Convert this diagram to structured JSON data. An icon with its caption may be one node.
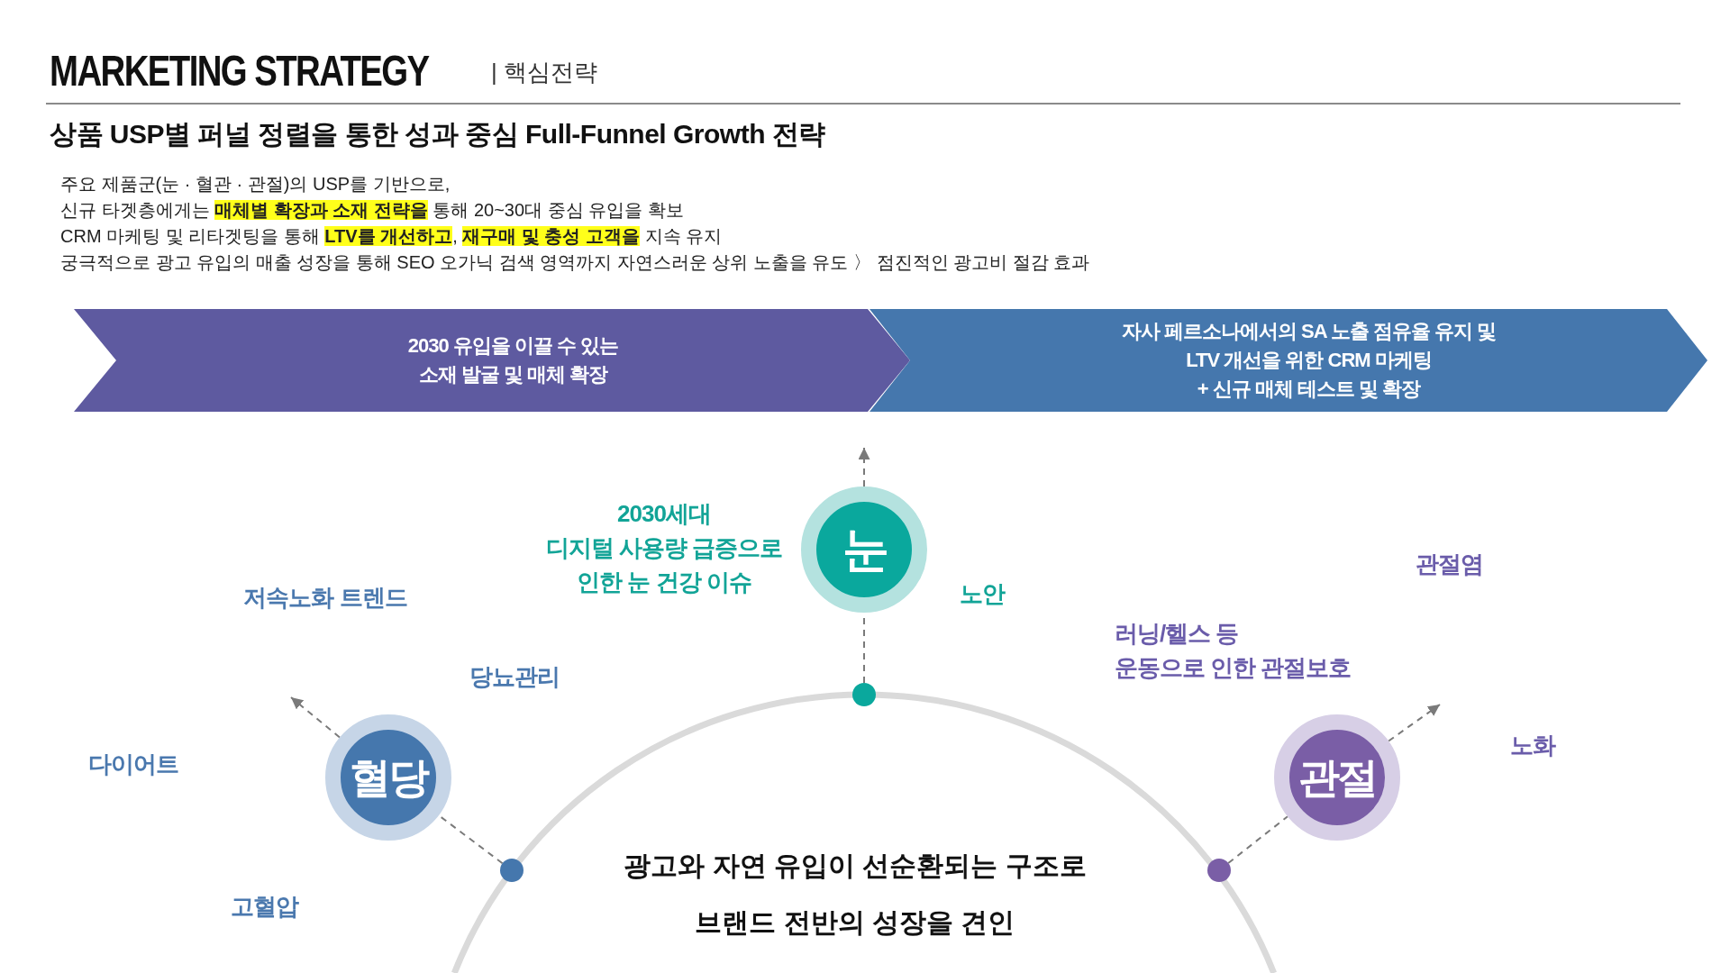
{
  "diagram": {
    "title": "MARKETING STRATEGY",
    "nodes": [
      {
        "text": [
          "2030 유입을 이끌 수 있는 소재 발굴 및 매체 확장"
        ]
      },
      {
        "text": [
          "자사 페르소나에서의 SA 노출 점유율 유지 및 LTV 개선을 위한 CRM 마케팅",
          "+ 신규 매체 테스트 및 확장"
        ]
      },
      {
        "text": [
          "눈"
        ],
        "beside": [
          "2030세대 디지털 사용량 급증으로 인한 눈 건강 이슈",
          "노안"
        ]
      },
      {
        "text": [
          "혈당"
        ]
      },
      {
        "text": [
          "관절"
        ],
        "beside": [
          "러닝/헬스 등 운동으로 인한 관절보호"
        ]
      },
      {
        "text": [],
        "shape": "circle"
      },
      {
        "text": [],
        "shape": "circle"
      },
      {
        "text": [],
        "shape": "circle"
      }
    ],
    "edges": [
      {
        "from": 5,
        "to": 2,
        "arrow": "none",
        "style": "dashed"
      },
      {
        "from": 2,
        "to": null,
        "arrow": "to",
        "style": "dashed"
      },
      {
        "from": 6,
        "to": 3,
        "arrow": "none",
        "style": "dashed"
      },
      {
        "from": 3,
        "to": null,
        "arrow": "to",
        "style": "dashed"
      },
      {
        "from": 7,
        "to": 4,
        "arrow": "none",
        "style": "dashed"
      },
      {
        "from": 4,
        "to": null,
        "arrow": "to",
        "style": "dashed"
      }
    ],
    "labels": [
      "| 핵심전략",
      "상품 USP별 퍼널 정렬을 통한 성과 중심 Full-Funnel Growth 전략",
      "주요 제품군(눈 · 혈관 · 관절)의 USP를 기반으로,",
      "신규 타겟층에게는 **매체별 확장과 소재 전략을** 통해 20~30대 중심 유입을 확보",
      "CRM 마케팅 및 리타겟팅을 통해 **LTV를 개선하고**, **재구매 및 충성 고객을** 지속 유지",
      "궁극적으로 광고 유입의 매출 성장을 통해 SEO 오가닉 검색 영역까지 자연스러운 상위 노출을 유도 〉 점진적인 광고비 절감 효과",
      "저속노화 트렌드",
      "관절염",
      "당뇨관리",
      "다이어트",
      "노화",
      "고혈압",
      "광고와 자연 유입이 선순환되는 구조로 브랜드 전반의 성장을 견인"
    ]
  }
}
